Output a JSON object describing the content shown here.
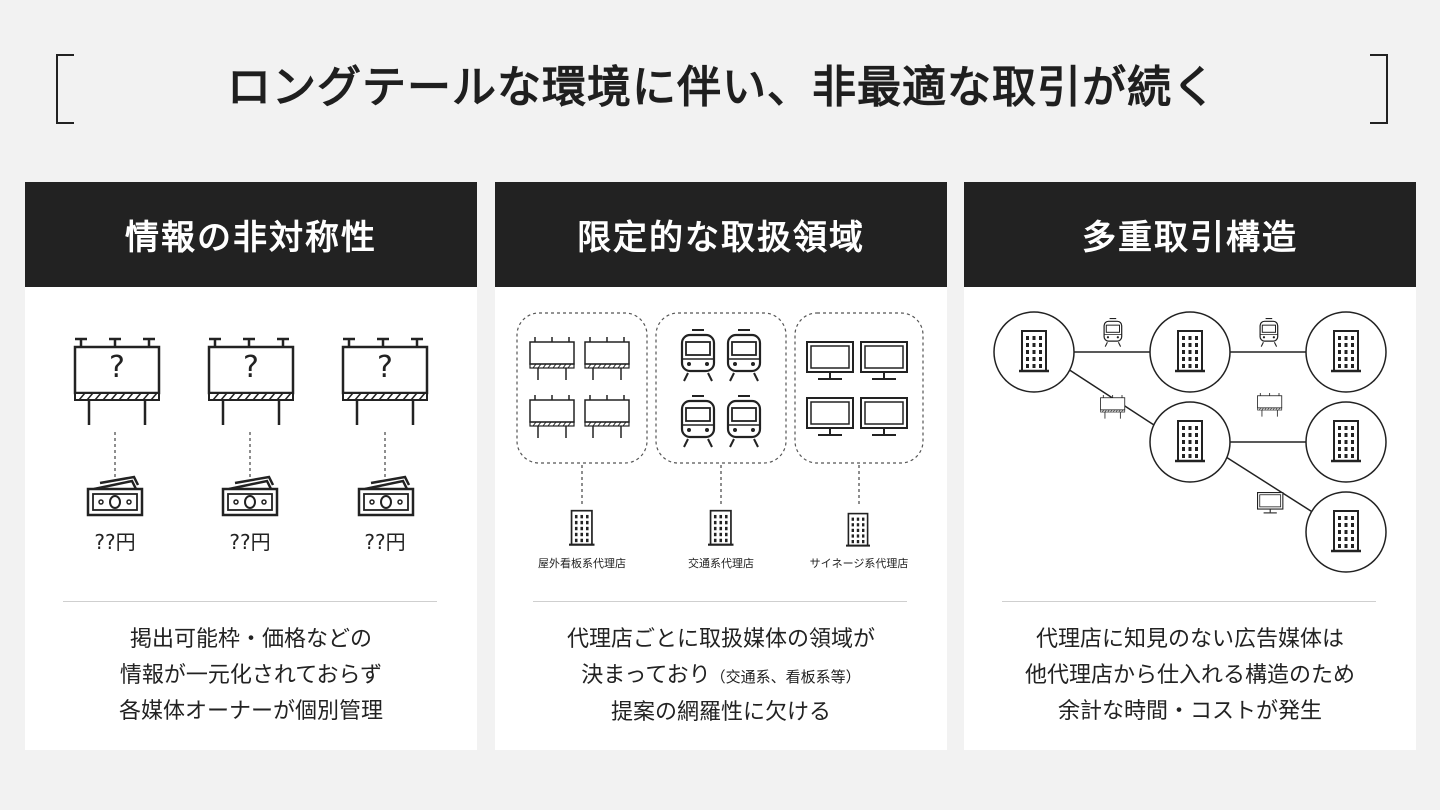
{
  "title": "ロングテールな環境に伴い、非最適な取引が続く",
  "panels": [
    {
      "heading": "情報の非対称性",
      "question_mark": "?",
      "price_label": "??円",
      "desc_lines": [
        "掲出可能枠・価格などの",
        "情報が一元化されておらず",
        "各媒体オーナーが個別管理"
      ]
    },
    {
      "heading": "限定的な取扱領域",
      "agencies": [
        "屋外看板系代理店",
        "交通系代理店",
        "サイネージ系代理店"
      ],
      "desc_line1": "代理店ごとに取扱媒体の領域が",
      "desc_line2_main": "決まっており",
      "desc_line2_note": "（交通系、看板系等）",
      "desc_line3": "提案の網羅性に欠ける"
    },
    {
      "heading": "多重取引構造",
      "desc_lines": [
        "代理店に知見のない広告媒体は",
        "他代理店から仕入れる構造のため",
        "余計な時間・コストが発生"
      ]
    }
  ]
}
